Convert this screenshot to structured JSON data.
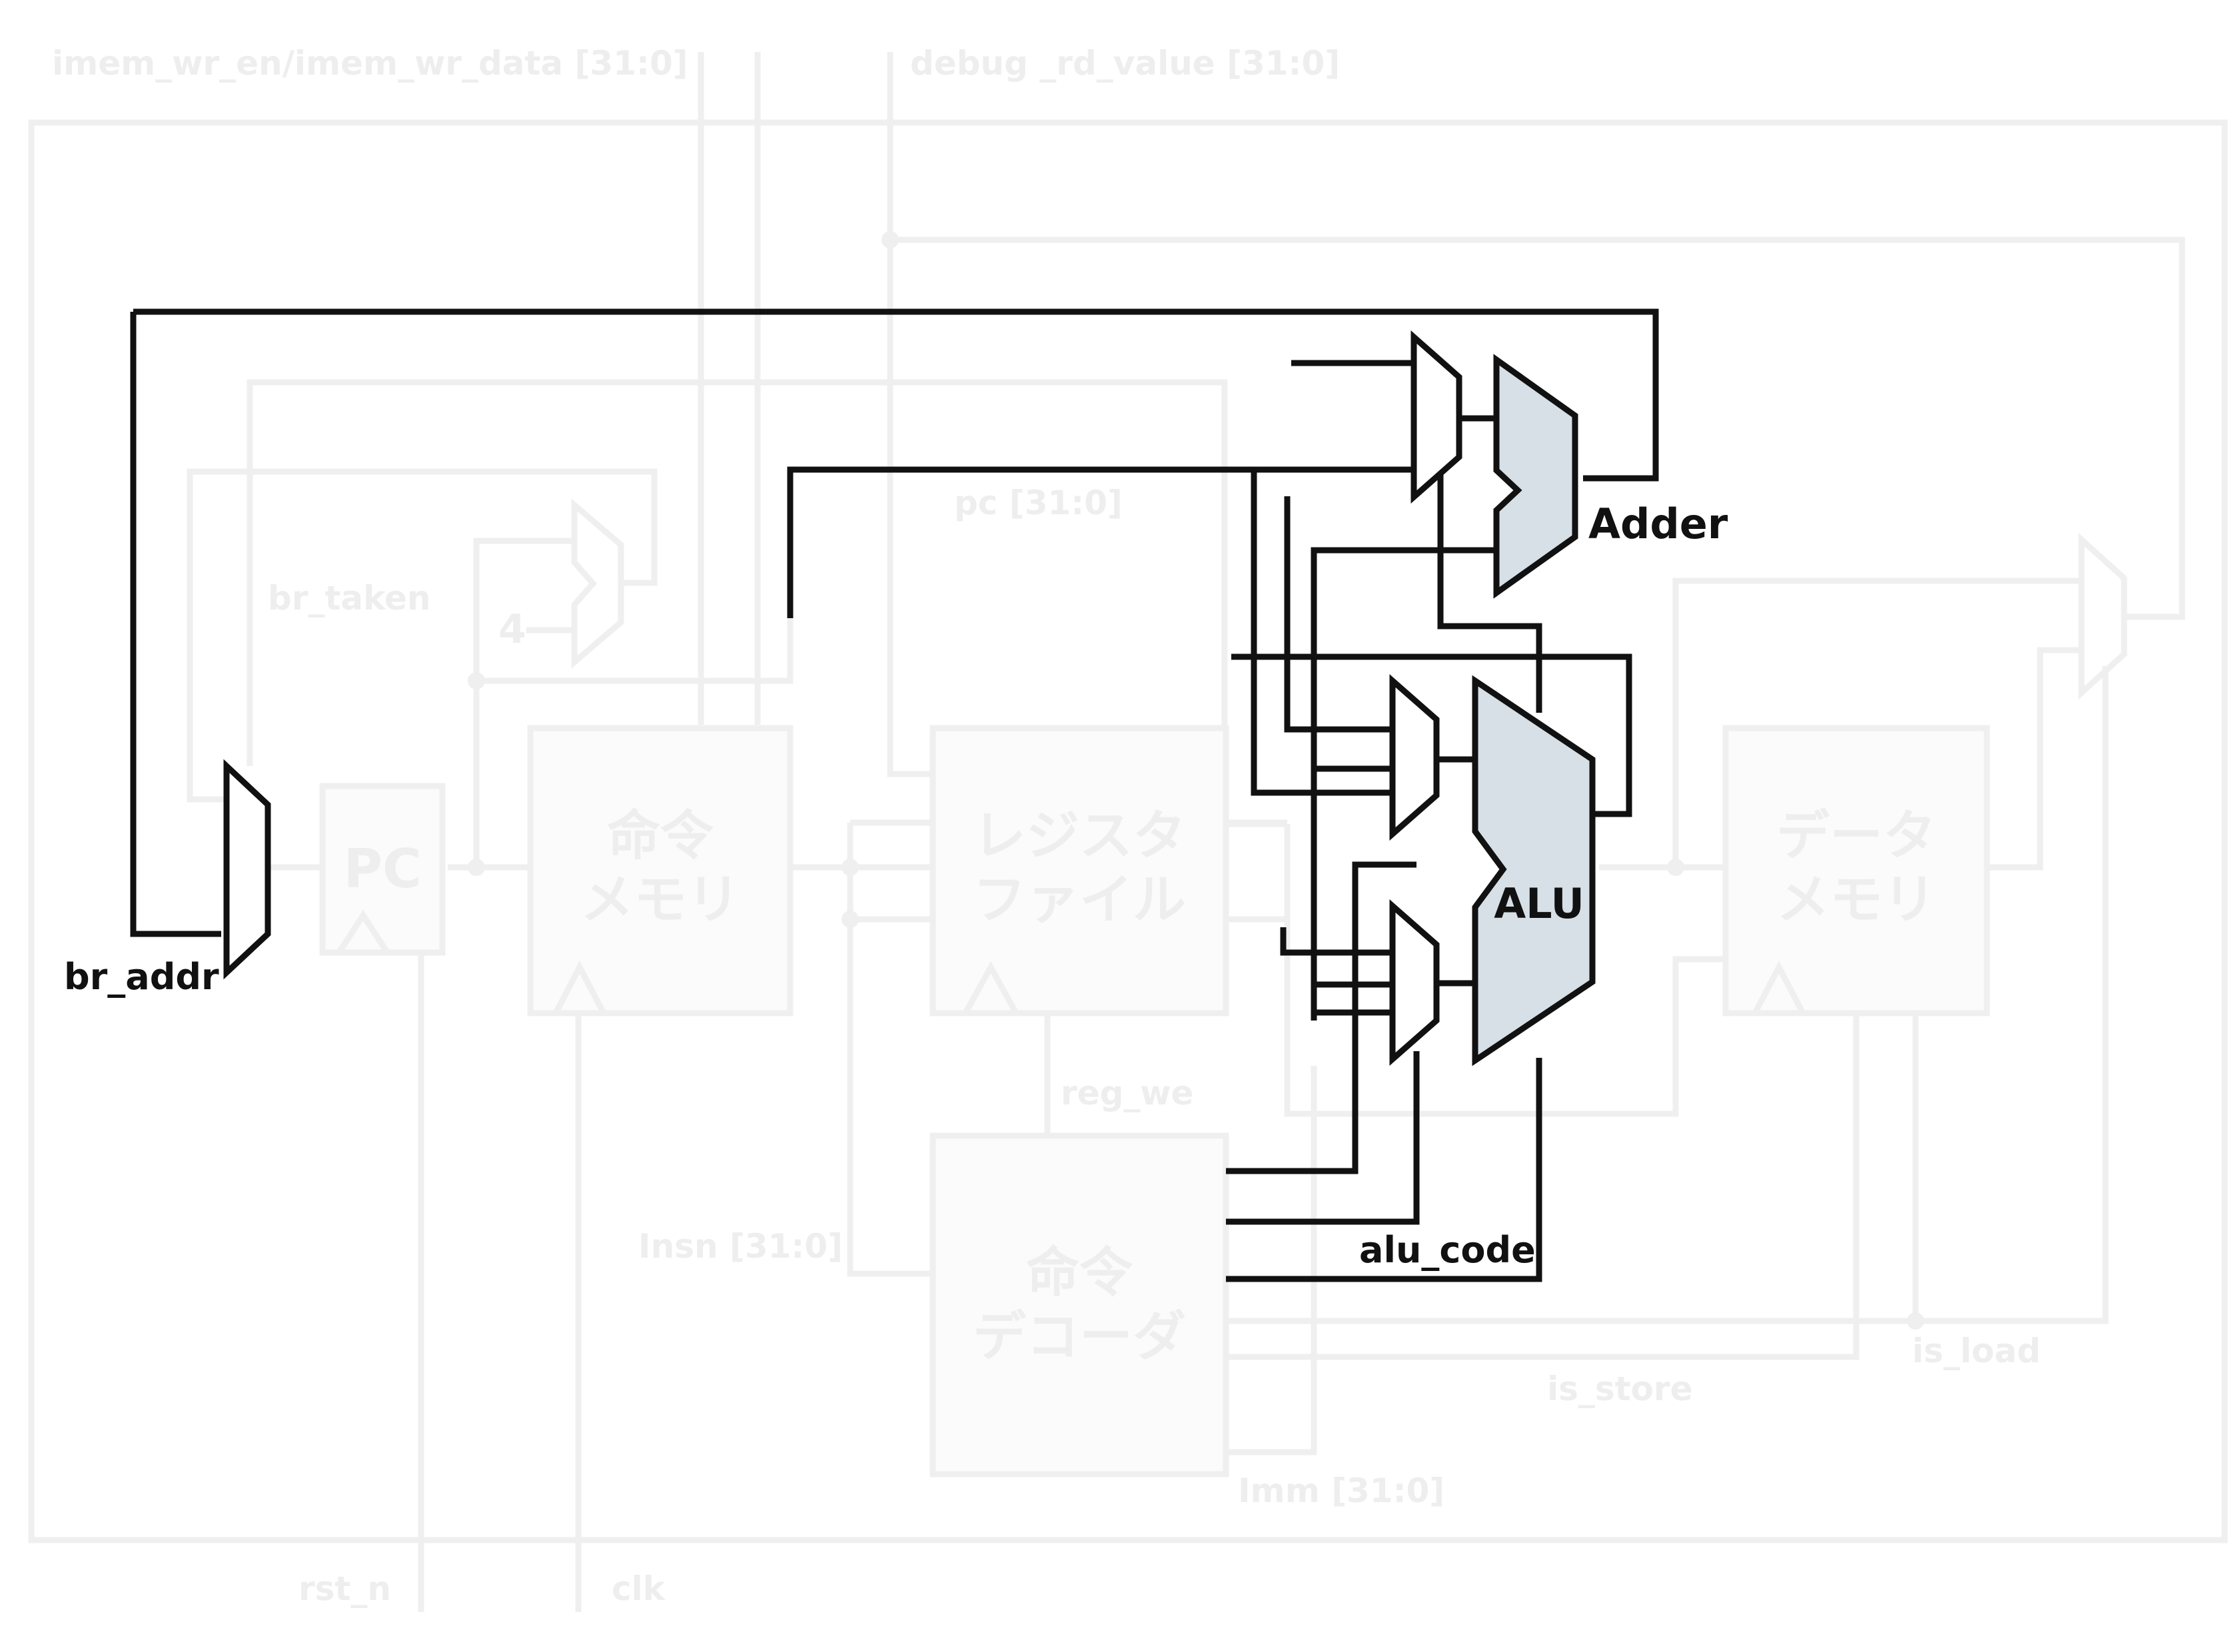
{
  "diagram": {
    "labels": {
      "imem_wr": "imem_wr_en/imem_wr_data [31:0]",
      "debug_rd": "debug _rd_value [31:0]",
      "pc_bus": "pc [31:0]",
      "br_taken": "br_taken",
      "const_four": "4",
      "br_addr": "br_addr",
      "adder": "Adder",
      "alu": "ALU",
      "reg_we": "reg_we",
      "insn": "Insn [31:0]",
      "alu_code": "alu_code",
      "is_store": "is_store",
      "is_load": "is_load",
      "imm": "Imm [31:0]",
      "rst_n": "rst_n",
      "clk": "clk"
    },
    "blocks": {
      "pc": "PC",
      "imem_line1": "命令",
      "imem_line2": "メモリ",
      "regfile_line1": "レジスタ",
      "regfile_line2": "ファイル",
      "dmem_line1": "データ",
      "dmem_line2": "メモリ",
      "decoder_line1": "命令",
      "decoder_line2": "デコーダ"
    },
    "colors": {
      "highlight_fill": "#d6e0e6",
      "active_wire": "#111111",
      "faded_wire": "#efefef"
    }
  }
}
